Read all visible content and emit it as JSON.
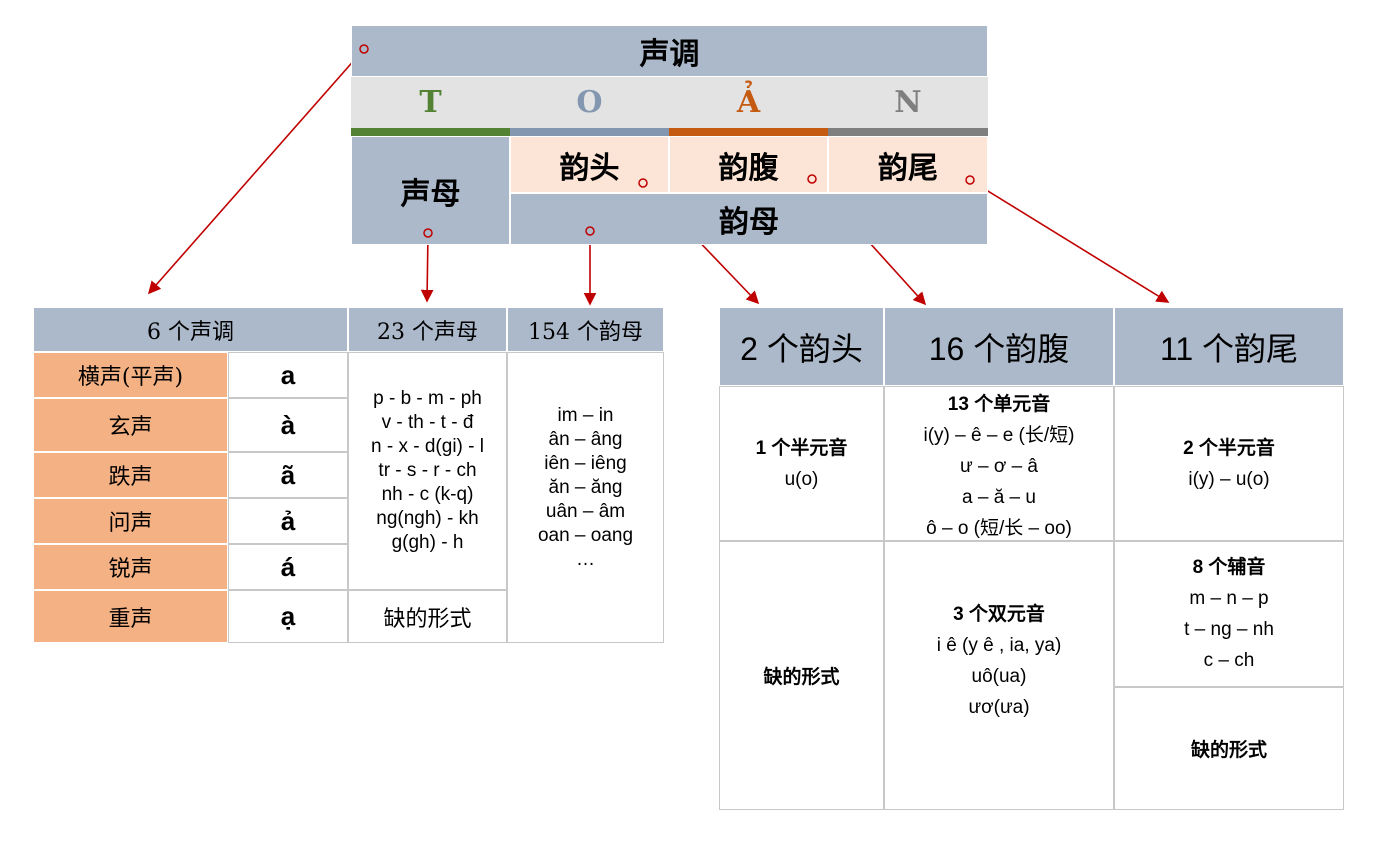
{
  "top": {
    "title": "声调",
    "letters": [
      "T",
      "O",
      "Ả",
      "N"
    ],
    "letter_colors": [
      "#548235",
      "#8497b0",
      "#c55a11",
      "#7f7f7f"
    ],
    "initial": "声母",
    "medial": "韵头",
    "nucleus": "韵腹",
    "coda": "韵尾",
    "rhyme": "韵母"
  },
  "left": {
    "headers": [
      "6 个声调",
      "23 个声母",
      "154 个韵母"
    ],
    "tones": [
      {
        "name": "横声(平声)",
        "mark": "a"
      },
      {
        "name": "玄声",
        "mark": "à"
      },
      {
        "name": "跌声",
        "mark": "ã"
      },
      {
        "name": "问声",
        "mark": "ả"
      },
      {
        "name": "锐声",
        "mark": "á"
      },
      {
        "name": "重声",
        "mark": "ạ"
      }
    ],
    "initials": [
      "p - b - m - ph",
      "v - th - t - đ",
      "n - x - d(gi) - l",
      "tr - s - r - ch",
      "nh - c (k-q)",
      "ng(ngh) - kh",
      "g(gh) - h"
    ],
    "initials_missing": "缺的形式",
    "rhymes": [
      "im – in",
      "ân – âng",
      "iên – iêng",
      "ăn – ăng",
      "uân – âm",
      "oan – oang",
      "…"
    ]
  },
  "right": {
    "headers": [
      "2 个韵头",
      "16 个韵腹",
      "11 个韵尾"
    ],
    "medial_top": [
      "1 个半元音",
      "u(o)"
    ],
    "medial_bottom": "缺的形式",
    "nucleus_top": [
      "13 个单元音",
      "i(y) –  ê  –  e (长/短)",
      "ư – ơ  –  â",
      "a – ă  –  u",
      "ô  –  o (短/长 – oo)"
    ],
    "nucleus_bottom": [
      "3 个双元音",
      "i ê (y ê , ia, ya)",
      "uô(ua)",
      "ươ(ưa)"
    ],
    "coda_top": [
      "2 个半元音",
      "i(y)  –  u(o)"
    ],
    "coda_mid": [
      "8 个辅音",
      "m – n  –  p",
      "t – ng  –  nh",
      "c – ch"
    ],
    "coda_bottom": "缺的形式"
  }
}
